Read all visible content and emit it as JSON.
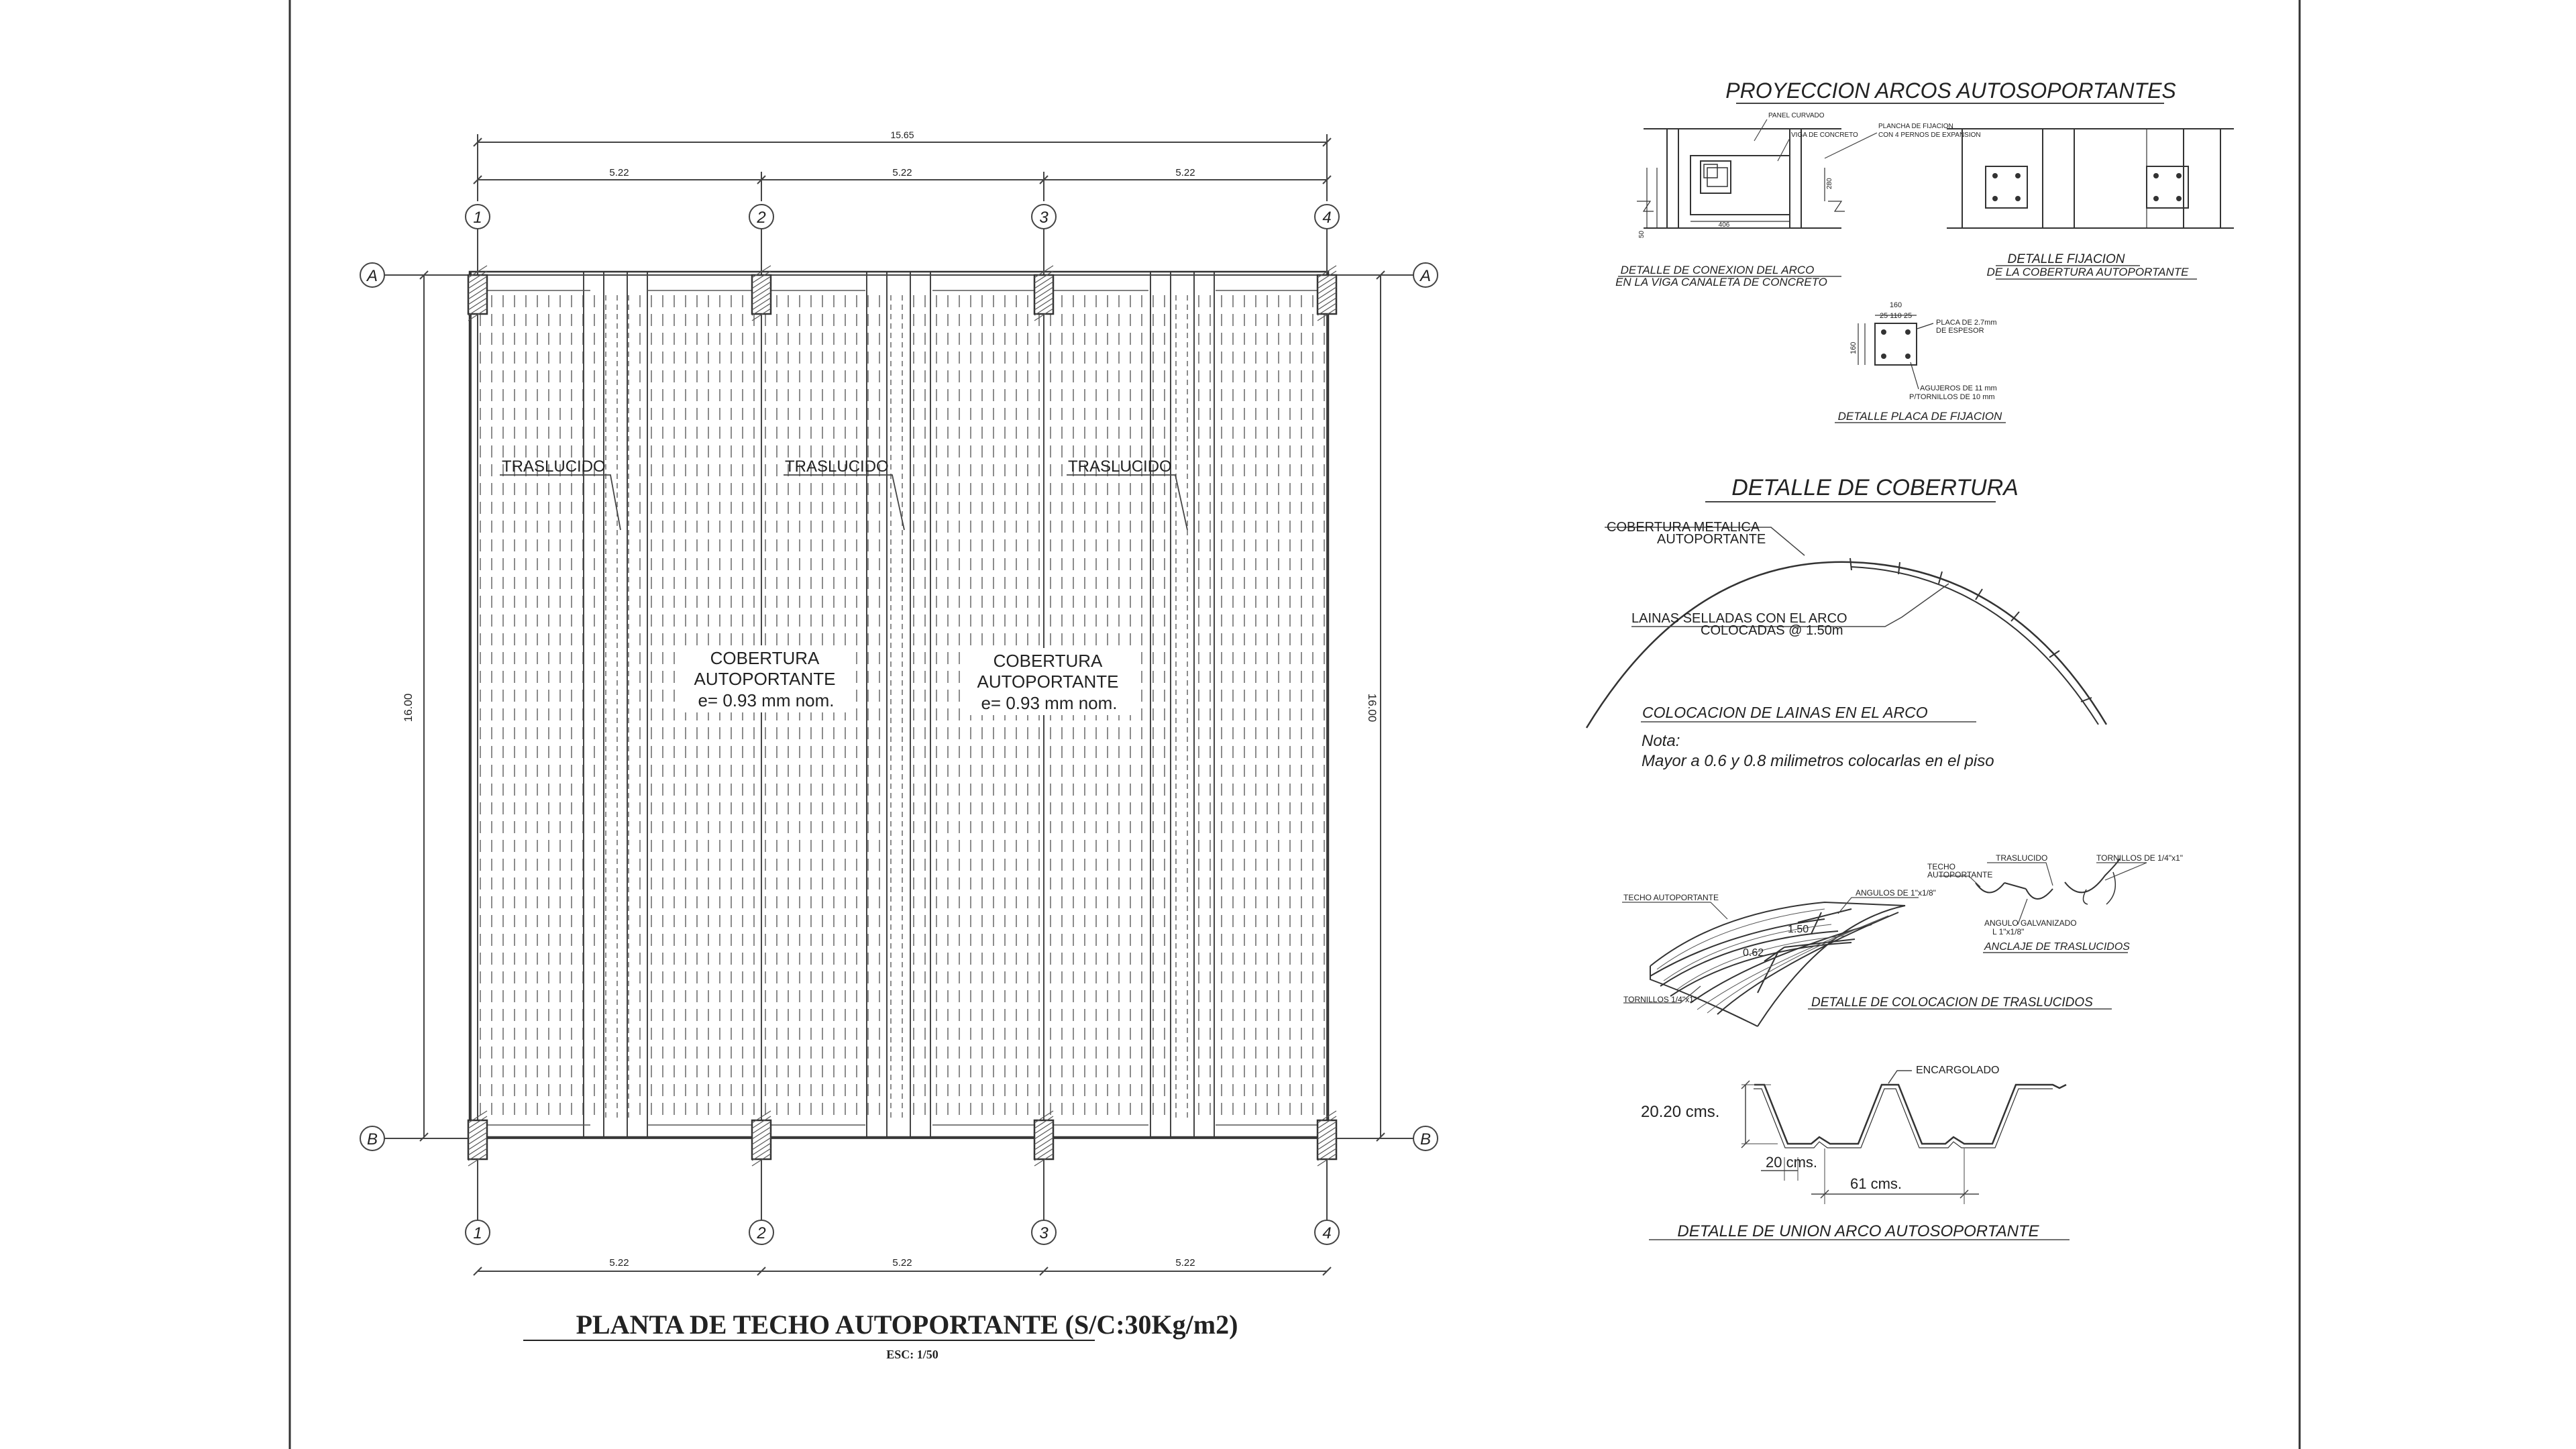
{
  "plan": {
    "overall_dim": "15.65",
    "bay_dim": "5.22",
    "height_dim": "16.00",
    "axes_x": [
      "1",
      "2",
      "3",
      "4"
    ],
    "axes_y": [
      "A",
      "B"
    ],
    "traslucido": "TRASLUCIDO",
    "cobertura_1": "COBERTURA",
    "cobertura_2": "AUTOPORTANTE",
    "cobertura_3": "e= 0.93 mm  nom."
  },
  "title": {
    "main": "PLANTA DE TECHO AUTOPORTANTE (S/C:30Kg/m2)",
    "scale": "ESC: 1/50"
  },
  "proyeccion": {
    "title": "PROYECCION ARCOS AUTOSOPORTANTES",
    "panel_curvado": "PANEL CURVADO",
    "viga_concreto": "VIGA DE CONCRETO",
    "plancha": "PLANCHA DE FIJACION",
    "pernos": "CON 4 PERNOS DE EXPANSION",
    "dim_406": "406",
    "dim_280": "280",
    "dim_50": "50",
    "conexion_1": "DETALLE DE CONEXION DEL ARCO",
    "conexion_2": "EN LA VIGA CANALETA DE CONCRETO",
    "fijacion_1": "DETALLE  FIJACION",
    "fijacion_2": "DE LA COBERTURA AUTOPORTANTE"
  },
  "placa": {
    "dim_160_top": "160",
    "dim_160_side": "160",
    "sub": "25 110 25",
    "espesor_1": "PLACA DE 2.7mm",
    "espesor_2": "DE ESPESOR",
    "agujeros_1": "AGUJEROS DE 11 mm",
    "agujeros_2": "P/TORNILLOS DE 10 mm",
    "title": "DETALLE PLACA DE FIJACION"
  },
  "cobertura": {
    "title": "DETALLE  DE  COBERTURA",
    "metalica_1": "COBERTURA  METALICA",
    "metalica_2": "AUTOPORTANTE",
    "lainas_1": "LAINAS  SELLADAS  CON  EL  ARCO",
    "lainas_2": "COLOCADAS  @  1.50m",
    "colocacion": "COLOCACION  DE  LAINAS  EN  EL  ARCO",
    "nota": "Nota:",
    "nota_text": "Mayor  a  0.6  y  0.8  milimetros  colocarlas  en  el  piso"
  },
  "traslucidos": {
    "techo": "TECHO AUTOPORTANTE",
    "angulos": "ANGULOS DE 1\"x1/8\"",
    "dim_150": "1.50",
    "dim_062": "0.62",
    "tornillos": "TORNILLOS 1/4\"x1\"",
    "title": "DETALLE  DE  COLOCACION  DE  TRASLUCIDOS",
    "traslucido": "TRASLUCIDO",
    "techo_auto_1": "TECHO",
    "techo_auto_2": "AUTOPORTANTE",
    "tornillos_2": "TORNILLOS DE 1/4\"x1\"",
    "angulo_1": "ANGULO GALVANIZADO",
    "angulo_2": "L 1\"x1/8\"",
    "anclaje": "ANCLAJE DE TRASLUCIDOS"
  },
  "union": {
    "encargolado": "ENCARGOLADO",
    "dim_h": "20.20  cms.",
    "dim_20": "20  cms.",
    "dim_61": "61  cms.",
    "title": "DETALLE  DE  UNION  ARCO  AUTOSOPORTANTE"
  }
}
